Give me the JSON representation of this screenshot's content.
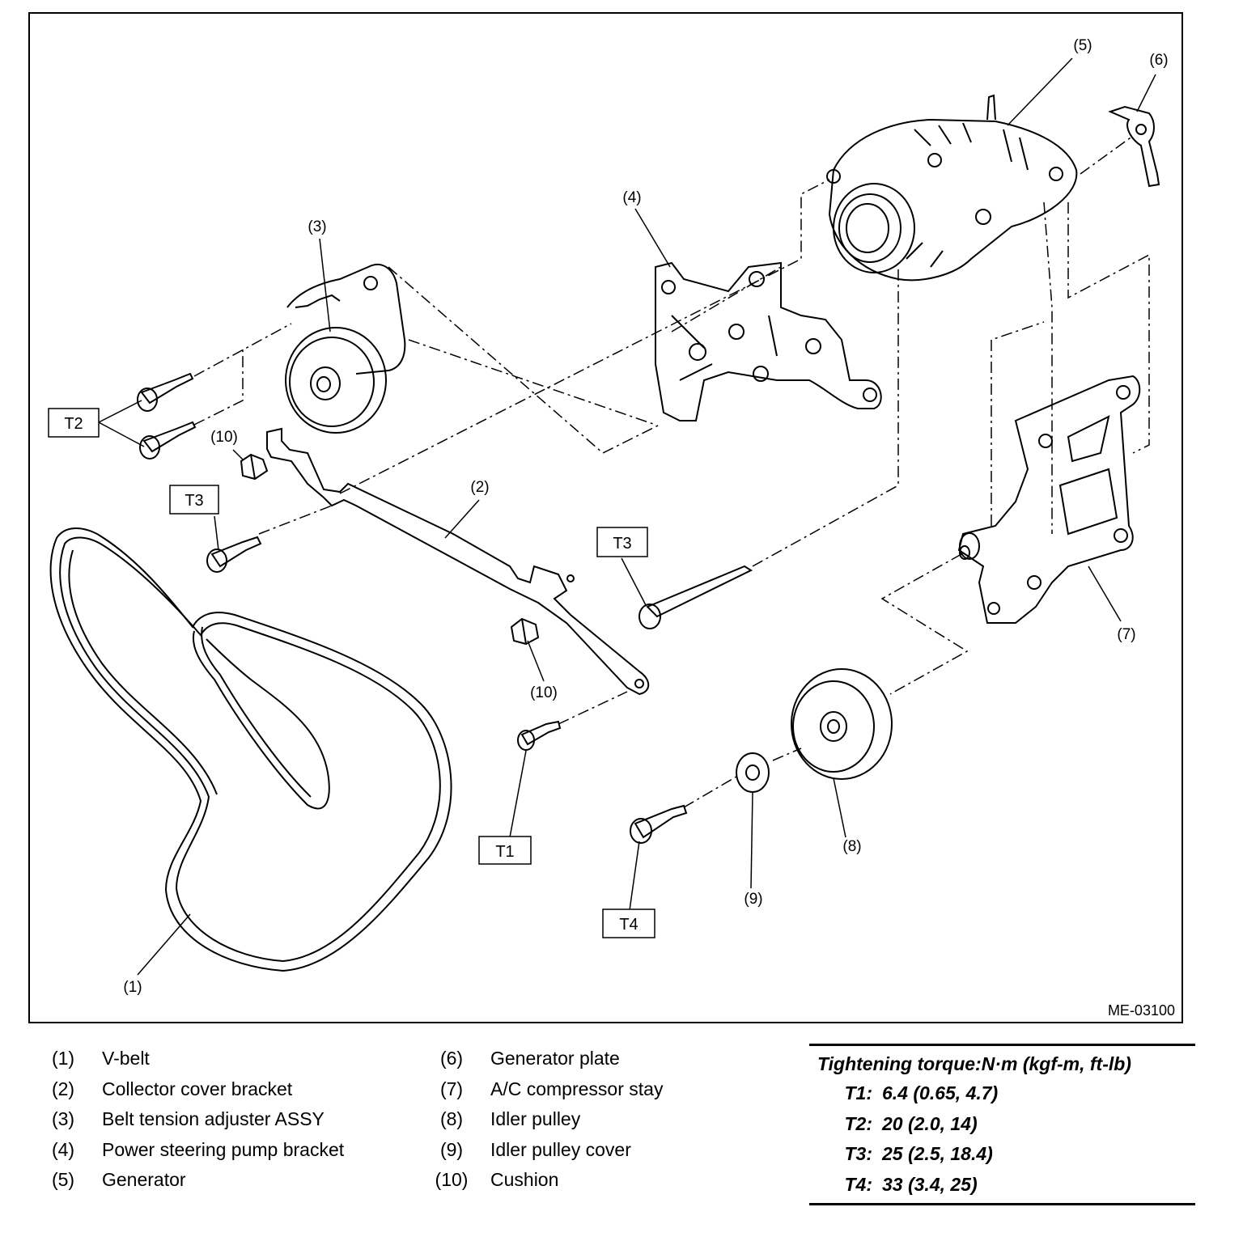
{
  "figure": {
    "code": "ME-03100",
    "callouts": {
      "c1": "(1)",
      "c2": "(2)",
      "c3": "(3)",
      "c4": "(4)",
      "c5": "(5)",
      "c6": "(6)",
      "c7": "(7)",
      "c8": "(8)",
      "c9": "(9)",
      "c10a": "(10)",
      "c10b": "(10)"
    },
    "torque_tags": {
      "t1": "T1",
      "t2": "T2",
      "t3a": "T3",
      "t3b": "T3",
      "t4": "T4"
    }
  },
  "legend": [
    {
      "num": "(1)",
      "name": "V-belt"
    },
    {
      "num": "(2)",
      "name": "Collector cover bracket"
    },
    {
      "num": "(3)",
      "name": "Belt tension adjuster ASSY"
    },
    {
      "num": "(4)",
      "name": "Power steering pump bracket"
    },
    {
      "num": "(5)",
      "name": "Generator"
    },
    {
      "num": "(6)",
      "name": "Generator plate"
    },
    {
      "num": "(7)",
      "name": "A/C compressor stay"
    },
    {
      "num": "(8)",
      "name": "Idler pulley"
    },
    {
      "num": "(9)",
      "name": "Idler pulley cover"
    },
    {
      "num": "(10)",
      "name": "Cushion"
    }
  ],
  "torque": {
    "title": "Tightening torque:N·m (kgf-m, ft-lb)",
    "rows": [
      {
        "key": "T1:",
        "value": "6.4 (0.65, 4.7)"
      },
      {
        "key": "T2:",
        "value": "20 (2.0, 14)"
      },
      {
        "key": "T3:",
        "value": "25 (2.5, 18.4)"
      },
      {
        "key": "T4:",
        "value": "33 (3.4, 25)"
      }
    ]
  }
}
